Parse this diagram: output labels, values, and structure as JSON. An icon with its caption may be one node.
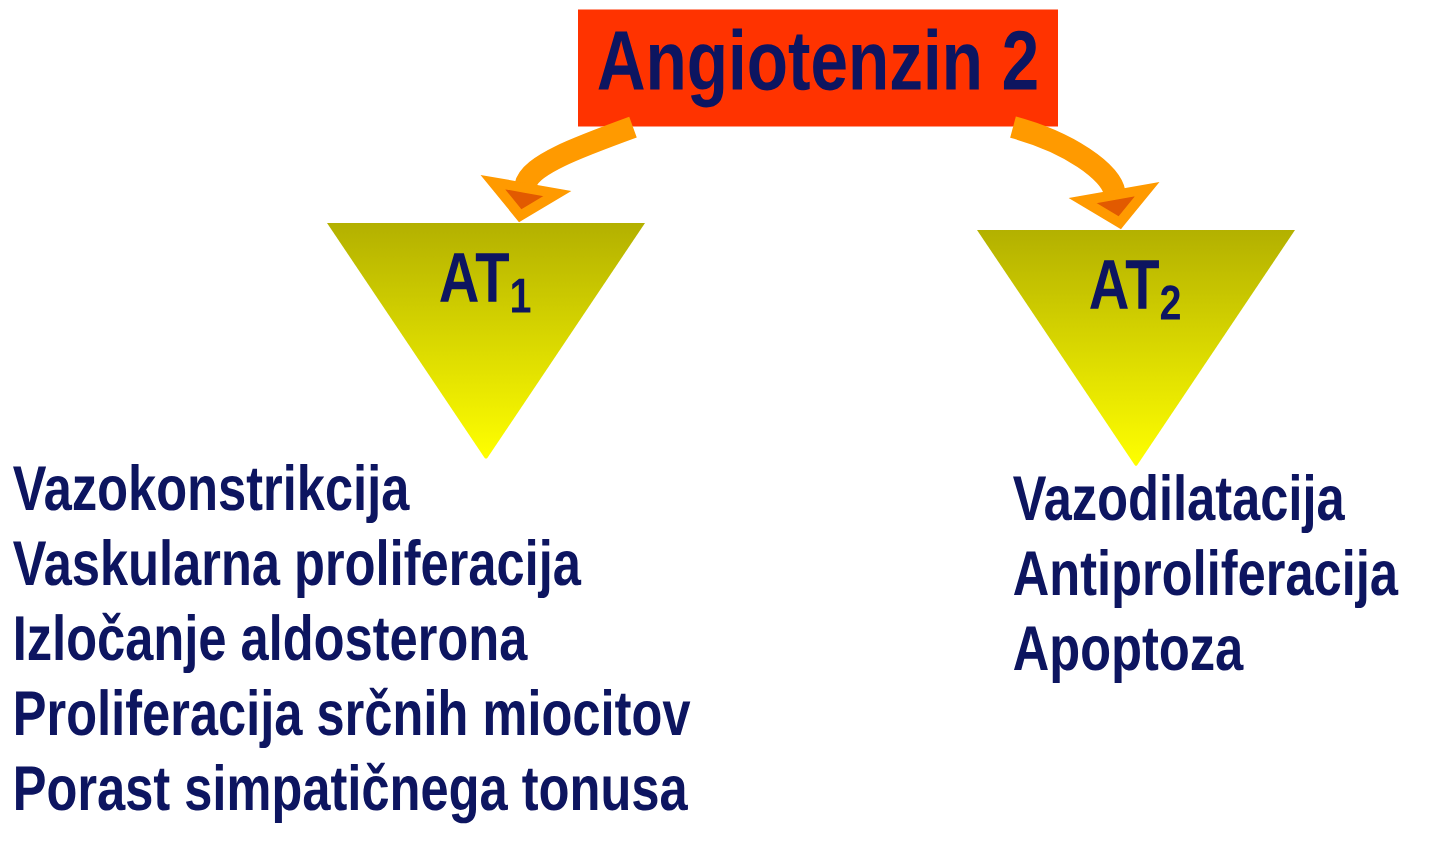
{
  "diagram": {
    "nodes": [
      {
        "text": [
          "Angiotenzin 2"
        ]
      },
      {
        "text": [
          "AT$_{1}$"
        ],
        "beside": [
          "Vazokonstrikcija",
          "Vaskularna proliferacija",
          "Izločanje aldosterona",
          "Proliferacija srčnih miocitov",
          "Porast simpatičnega tonusa"
        ]
      },
      {
        "text": [
          "AT$_{2}$"
        ],
        "beside": [
          "Vazodilatacija",
          "Antiproliferacija",
          "Apoptoza"
        ]
      }
    ],
    "edges": [
      {
        "from": 0,
        "to": 1,
        "arrow": "to"
      },
      {
        "from": 0,
        "to": 2,
        "arrow": "to"
      }
    ]
  }
}
